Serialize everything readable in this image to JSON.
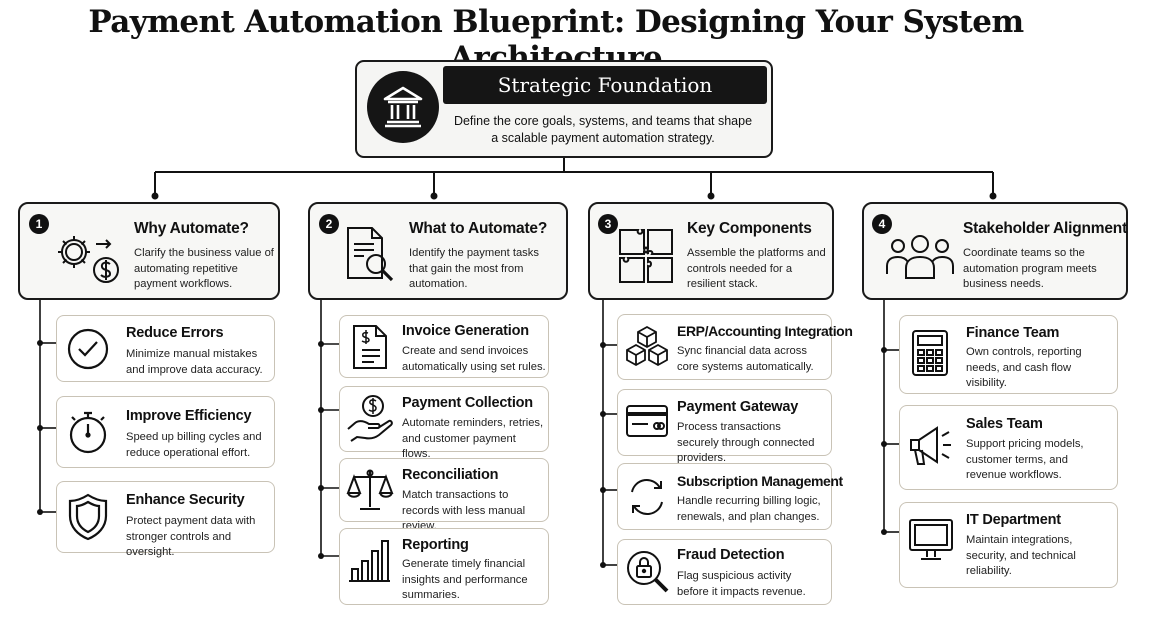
{
  "title": "Payment Automation Blueprint: Designing Your System Architecture",
  "foundation": {
    "title": "Strategic Foundation",
    "description": "Define the core goals, systems, and teams that shape a scalable payment automation strategy.",
    "icon": "bank-icon"
  },
  "columns": [
    {
      "number": "1",
      "title": "Why Automate?",
      "description": "Clarify the business value of automating repetitive payment workflows.",
      "icon": "gears-dollar-icon",
      "items": [
        {
          "title": "Reduce Errors",
          "description": "Minimize manual mistakes and improve data accuracy.",
          "icon": "checkmark-circle-icon"
        },
        {
          "title": "Improve Efficiency",
          "description": "Speed up billing cycles and reduce operational effort.",
          "icon": "stopwatch-icon"
        },
        {
          "title": "Enhance Security",
          "description": "Protect payment data with stronger controls and oversight.",
          "icon": "shield-icon"
        }
      ]
    },
    {
      "number": "2",
      "title": "What to Automate?",
      "description": "Identify the payment tasks that gain the most from automation.",
      "icon": "document-search-icon",
      "items": [
        {
          "title": "Invoice Generation",
          "description": "Create and send invoices automatically using set rules.",
          "icon": "invoice-icon"
        },
        {
          "title": "Payment Collection",
          "description": "Automate reminders, retries, and customer payment flows.",
          "icon": "hand-coin-icon"
        },
        {
          "title": "Reconciliation",
          "description": "Match transactions to records with less manual review.",
          "icon": "scales-icon"
        },
        {
          "title": "Reporting",
          "description": "Generate timely financial insights and performance summaries.",
          "icon": "bar-chart-icon"
        }
      ]
    },
    {
      "number": "3",
      "title": "Key Components",
      "description": "Assemble the platforms and controls needed for a resilient stack.",
      "icon": "puzzle-icon",
      "items": [
        {
          "title": "ERP/Accounting Integration",
          "description": "Sync financial data across core systems automatically.",
          "icon": "cubes-icon"
        },
        {
          "title": "Payment Gateway",
          "description": "Process transactions securely through connected providers.",
          "icon": "credit-card-icon"
        },
        {
          "title": "Subscription Management",
          "description": "Handle recurring billing logic, renewals, and plan changes.",
          "icon": "refresh-icon"
        },
        {
          "title": "Fraud Detection",
          "description": "Flag suspicious activity before it impacts revenue.",
          "icon": "lock-search-icon"
        }
      ]
    },
    {
      "number": "4",
      "title": "Stakeholder Alignment",
      "description": "Coordinate teams so the automation program meets business needs.",
      "icon": "team-icon",
      "items": [
        {
          "title": "Finance Team",
          "description": "Own controls, reporting needs, and cash flow visibility.",
          "icon": "calculator-icon"
        },
        {
          "title": "Sales Team",
          "description": "Support pricing models, customer terms, and revenue workflows.",
          "icon": "megaphone-icon"
        },
        {
          "title": "IT Department",
          "description": "Maintain integrations, security, and technical reliability.",
          "icon": "monitor-icon"
        }
      ]
    }
  ]
}
